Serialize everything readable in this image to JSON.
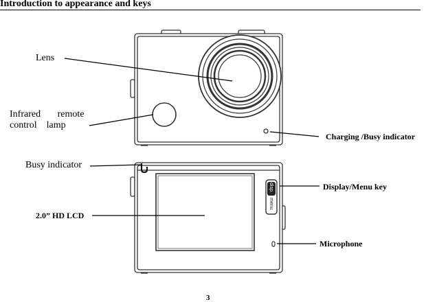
{
  "heading": "Introduction to appearance and keys",
  "labels": {
    "lens": "Lens",
    "infrared_line1": "Infrared       remote",
    "infrared_line2": "control    lamp",
    "charging": "Charging /Busy indicator",
    "busy": "Busy indicator",
    "display_menu_key": "Display/Menu key",
    "lcd": "2.0” HD LCD",
    "microphone": "Microphone"
  },
  "button_labels": {
    "disp": "disp.",
    "menu": "menu"
  },
  "page_number": "3"
}
